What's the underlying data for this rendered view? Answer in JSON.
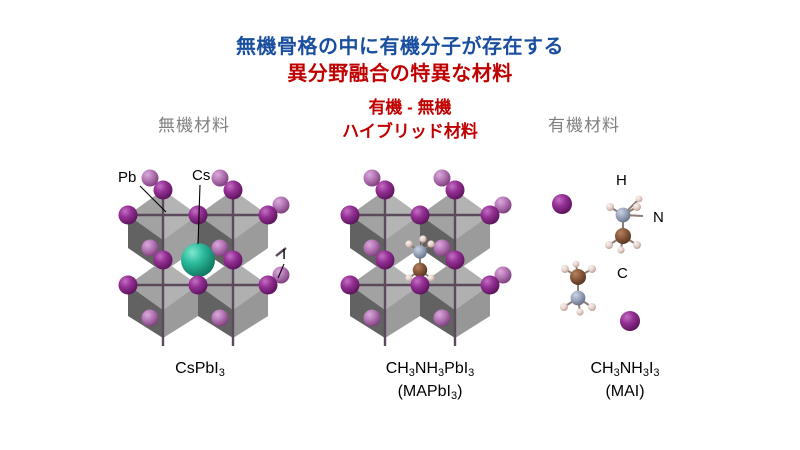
{
  "title": {
    "line1": "無機骨格の中に有機分子が存在する",
    "line1_color": "#1a4fa0",
    "line2": "異分野融合の特異な材料",
    "line2_color": "#c00000"
  },
  "subtitle": {
    "line1": "有機 - 無機",
    "line2": "ハイブリッド材料",
    "color": "#c00000"
  },
  "captions": {
    "left": "無機材料",
    "right": "有機材料",
    "color": "#808080"
  },
  "formulas": {
    "left": {
      "main_pre": "CsPbI",
      "main_sub": "3"
    },
    "middle": {
      "l1_a": "CH",
      "l1_s1": "3",
      "l1_b": "NH",
      "l1_s2": "3",
      "l1_c": "PbI",
      "l1_s3": "3",
      "l2_a": "(MAPbI",
      "l2_s1": "3",
      "l2_b": ")"
    },
    "right": {
      "l1_a": "CH",
      "l1_s1": "3",
      "l1_b": "NH",
      "l1_s2": "3",
      "l1_c": "I",
      "l1_s3": "3",
      "l2": "(MAI)"
    }
  },
  "atom_labels": {
    "pb": "Pb",
    "cs": "Cs",
    "i": "I",
    "h": "H",
    "n": "N",
    "c": "C"
  },
  "colors": {
    "iodine": "#8b2b8b",
    "iodine_light": "#b272b2",
    "cesium": "#2ab89a",
    "carbon": "#8a5a3c",
    "nitrogen": "#9aa7bd",
    "hydrogen": "#e8d7d2",
    "octahedron_dark": "#4a4a4a",
    "octahedron_mid": "#7d7d7d",
    "octahedron_light": "#b8b8b8",
    "bond": "#5a4a5a",
    "background": "#ffffff"
  },
  "structures": {
    "left_name": "CsPbI3 cubic perovskite lattice with central Cs cation",
    "middle_name": "MAPbI3 perovskite lattice with central methylammonium molecule",
    "right_name": "Isolated methylammonium iodide molecules"
  }
}
